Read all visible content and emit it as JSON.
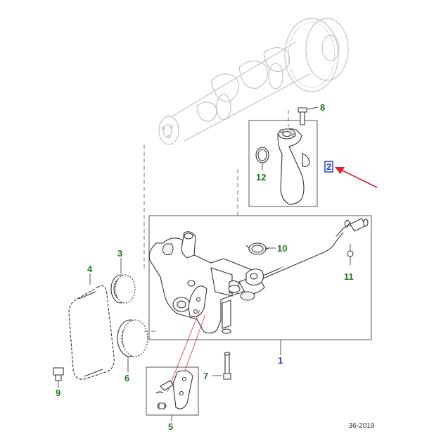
{
  "callouts": {
    "c1": "1",
    "c2": "2",
    "c3": "3",
    "c4": "4",
    "c5": "5",
    "c6": "6",
    "c7": "7",
    "c8": "8",
    "c9": "9",
    "c10": "10",
    "c11": "11",
    "c12": "12"
  },
  "doc_reference": "36-2019",
  "colors": {
    "callout_green": "#1f7a1f",
    "callout_blue": "#1f3fd1",
    "highlight_box": "#1f3fd1",
    "arrow_red": "#e02020"
  },
  "highlighted_callout": "2"
}
